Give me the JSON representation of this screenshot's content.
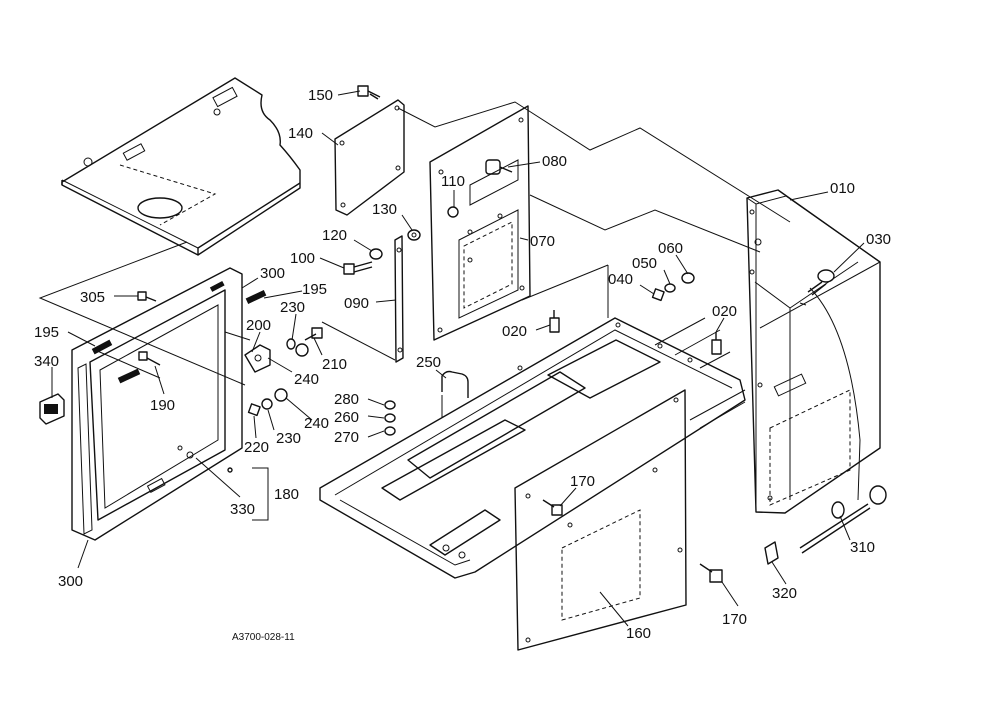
{
  "drawing_code": "A3700-028-11",
  "callouts": {
    "c150": "150",
    "c140": "140",
    "c080": "080",
    "c110": "110",
    "c130": "130",
    "c070": "070",
    "c120": "120",
    "c100": "100",
    "c090": "090",
    "c010": "010",
    "c030": "030",
    "c060": "060",
    "c050": "050",
    "c040": "040",
    "c020a": "020",
    "c020b": "020",
    "c300a": "300",
    "c195a": "195",
    "c305": "305",
    "c200": "200",
    "c230a": "230",
    "c210": "210",
    "c195b": "195",
    "c340": "340",
    "c240a": "240",
    "c190": "190",
    "c250": "250",
    "c280": "280",
    "c260": "260",
    "c240b": "240",
    "c270": "270",
    "c230b": "230",
    "c220": "220",
    "c330": "330",
    "c180": "180",
    "c170a": "170",
    "c170b": "170",
    "c310": "310",
    "c320": "320",
    "c300b": "300",
    "c160": "160"
  }
}
